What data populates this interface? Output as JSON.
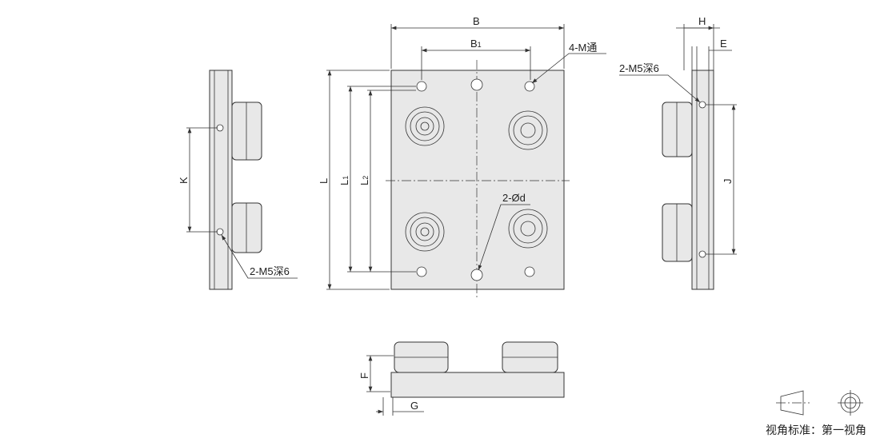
{
  "labels": {
    "B": "B",
    "B1": "B",
    "B1_sub": "1",
    "M_thru": "4-M通",
    "L": "L",
    "L1": "L",
    "L1_sub": "1",
    "L2": "L",
    "L2_sub": "2",
    "d": "2-Ød",
    "K": "K",
    "M5_left": "2-M5深6",
    "H": "H",
    "E": "E",
    "J": "J",
    "M5_right": "2-M5深6",
    "F": "F",
    "G": "G"
  },
  "projection": {
    "caption": "视角标准：第一视角"
  }
}
